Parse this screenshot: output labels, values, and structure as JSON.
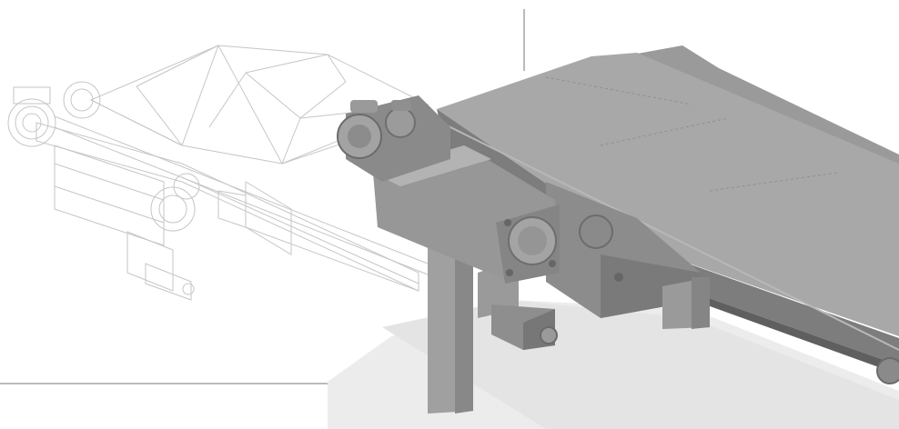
{
  "image": {
    "subject": "conveyor-render",
    "views": [
      "wireframe-view",
      "shaded-view"
    ],
    "palette": {
      "background": "#ffffff",
      "wireframe_stroke": "#c9c9c9",
      "shade_light": "#a9a9a9",
      "shade_mid": "#8e8e8e",
      "shade_dark": "#6f6f6f",
      "floor": "#e9e9e9"
    }
  }
}
